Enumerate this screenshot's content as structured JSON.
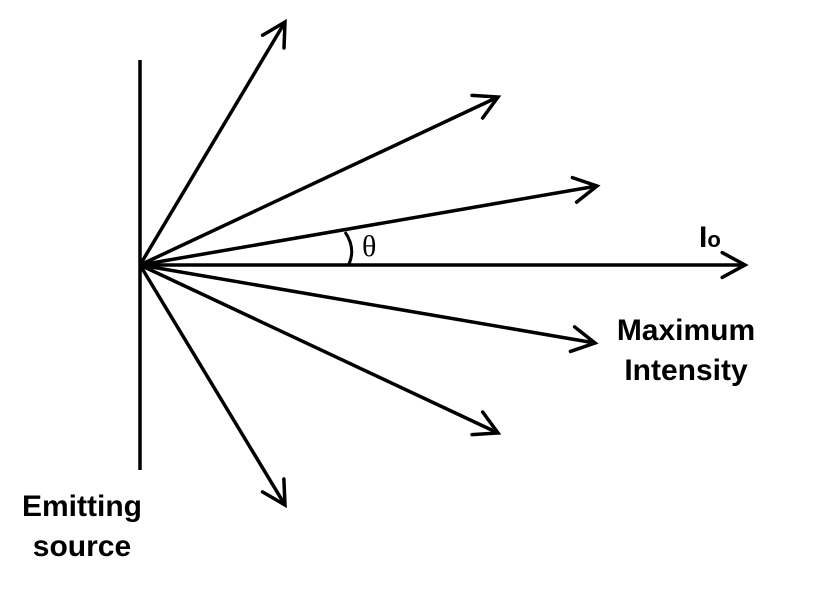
{
  "labels": {
    "intensity_main": "I",
    "intensity_sub": "o",
    "angle": "θ",
    "maximum_line1": "Maximum",
    "maximum_line2": "Intensity",
    "source_line1": "Emitting",
    "source_line2": "source"
  },
  "colors": {
    "stroke": "#000000",
    "background": "#ffffff"
  }
}
